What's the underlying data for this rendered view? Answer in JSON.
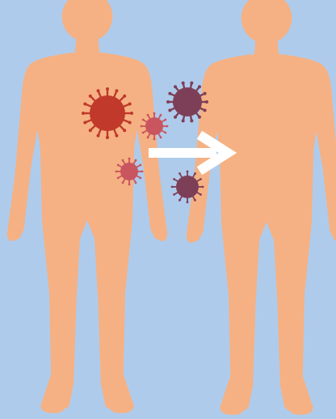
{
  "scene": {
    "title": "",
    "colors": {
      "background": "#AFCBEC",
      "body": "#F5B183",
      "virus_large": "#C0392B",
      "virus_medium": "#C9555F",
      "virus_dark": "#7D3F57",
      "arrow": "#FFFFFF"
    },
    "figures": [
      {
        "name": "infected-person",
        "icon": "human-silhouette"
      },
      {
        "name": "healthy-person",
        "icon": "human-silhouette"
      }
    ],
    "viruses": [
      {
        "name": "large-virus",
        "color_key": "virus_large",
        "spikes": 16
      },
      {
        "name": "small-virus",
        "color_key": "virus_medium",
        "spikes": 12
      },
      {
        "name": "small-virus-lower",
        "color_key": "virus_medium",
        "spikes": 12
      },
      {
        "name": "dark-virus-upper",
        "color_key": "virus_dark",
        "spikes": 14
      },
      {
        "name": "dark-virus-lower",
        "color_key": "virus_dark",
        "spikes": 12
      }
    ],
    "arrow": {
      "direction": "right",
      "icon": "arrow-right-icon"
    }
  }
}
